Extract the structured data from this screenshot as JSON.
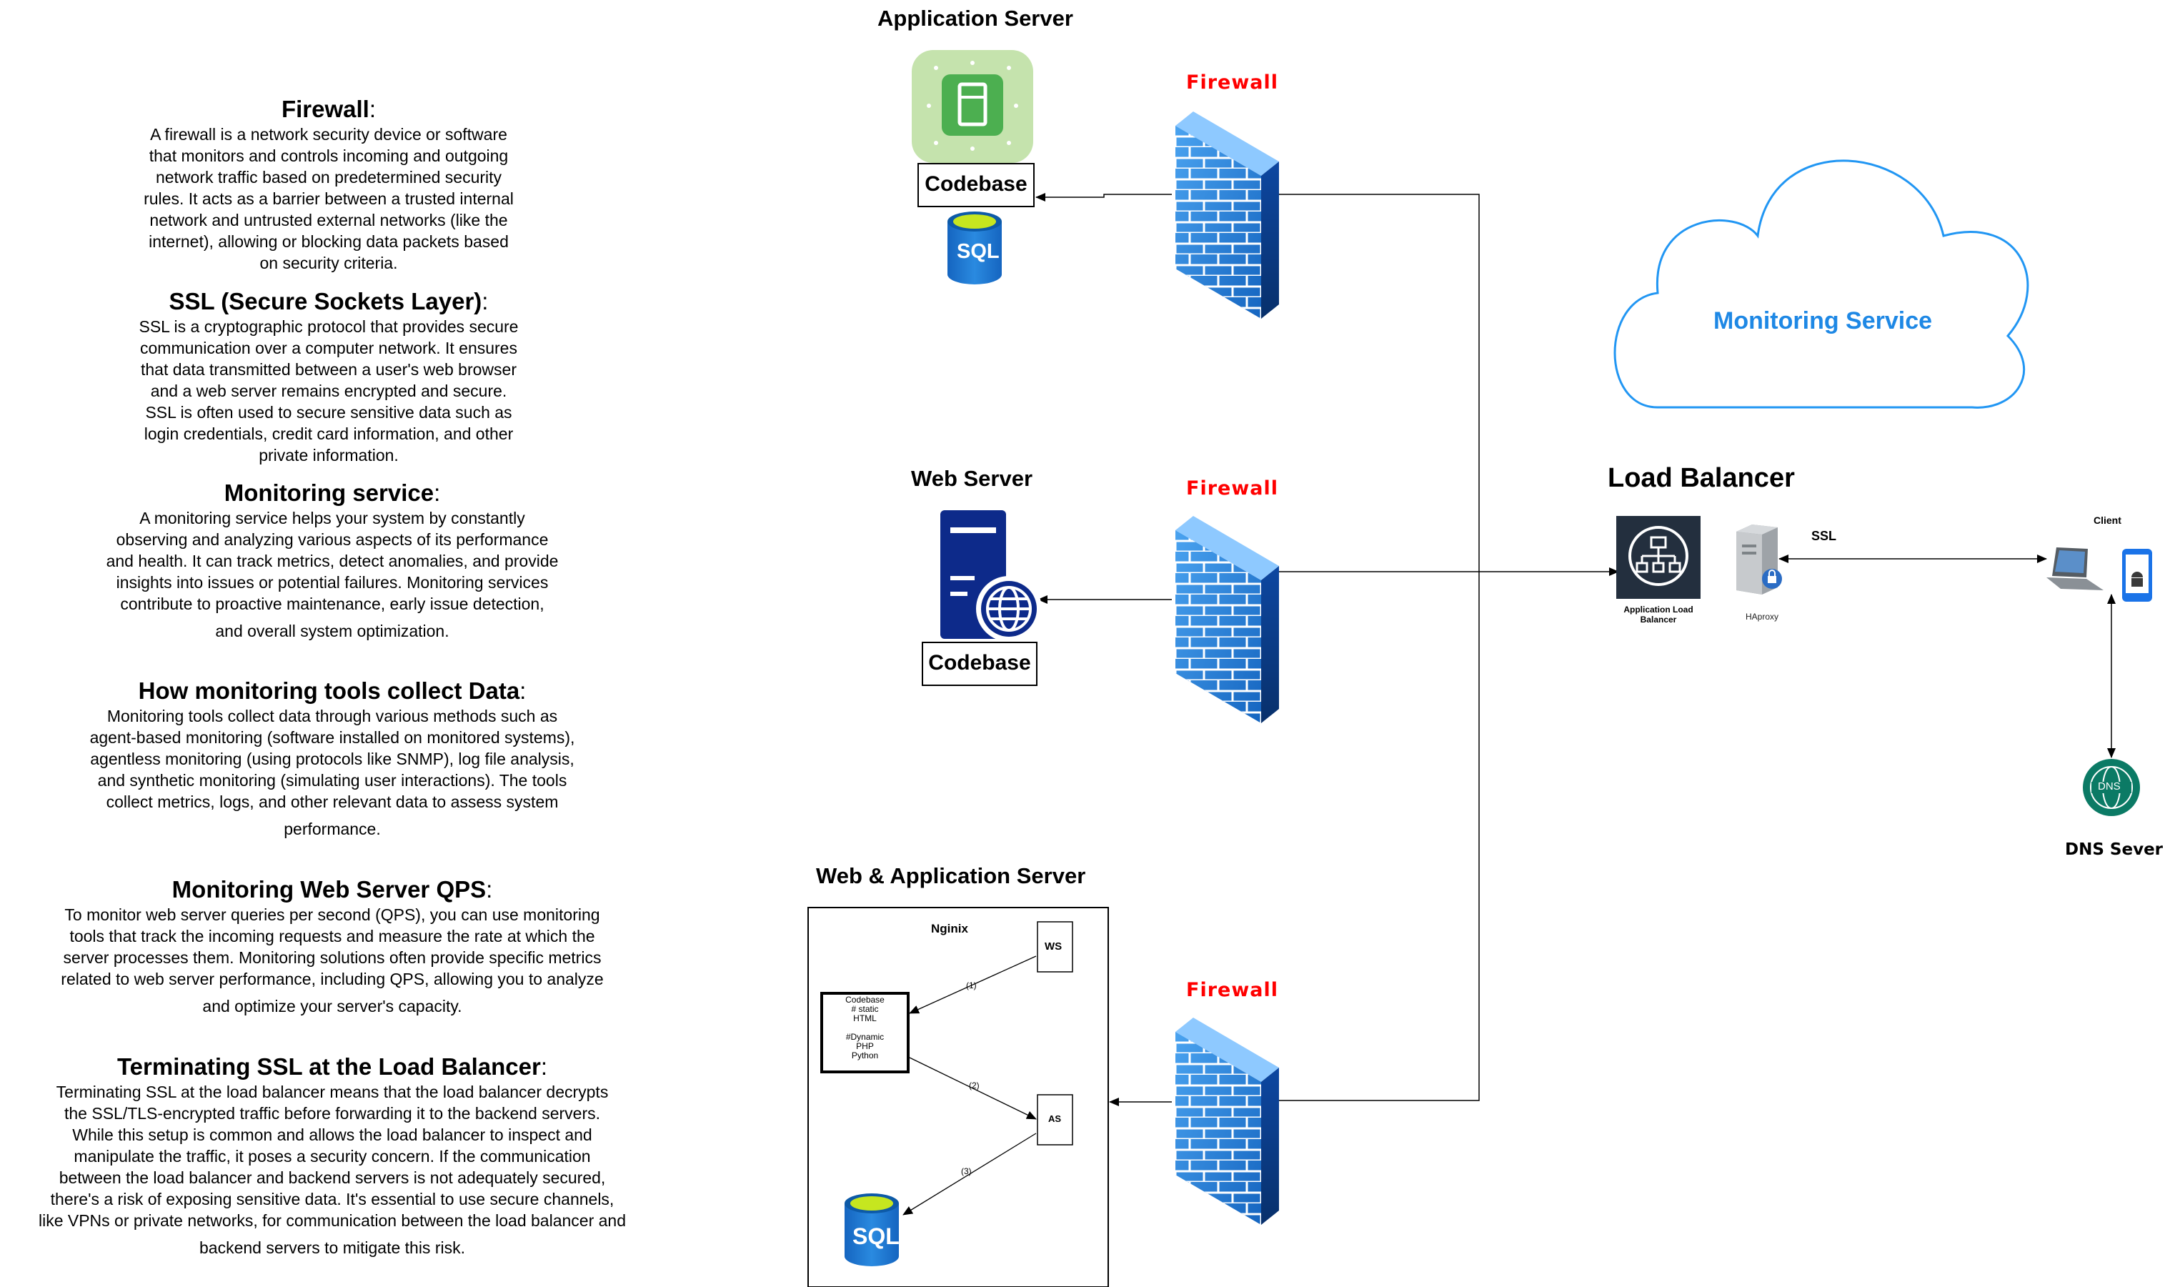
{
  "sections": [
    {
      "title": "Firewall",
      "lines": [
        "A firewall is a network security device or software",
        "that monitors and controls incoming and outgoing",
        "network traffic based on predetermined security",
        "rules. It acts as a barrier between a trusted internal",
        "network and untrusted external networks (like the",
        "internet), allowing or blocking data packets based",
        "on security criteria."
      ]
    },
    {
      "title": "SSL (Secure Sockets Layer)",
      "lines": [
        "SSL is a cryptographic protocol that provides secure",
        "communication over a computer network. It ensures",
        "that data transmitted between a user's web browser",
        "and a web server remains encrypted and secure.",
        "SSL is often used to secure sensitive data such as",
        "login credentials, credit card information, and other",
        "private information."
      ]
    },
    {
      "title": "Monitoring service",
      "lines": [
        "A monitoring service helps your system by constantly",
        "observing and analyzing various aspects of its performance",
        "and health. It can track metrics, detect anomalies, and provide",
        "insights into issues or potential failures. Monitoring services",
        "contribute to proactive maintenance, early issue detection,"
      ],
      "last": "and overall system optimization."
    },
    {
      "title": "How monitoring tools collect Data",
      "lines": [
        "Monitoring tools collect data through various methods such as",
        "agent-based monitoring (software installed on monitored systems),",
        "agentless monitoring (using protocols like SNMP), log file analysis,",
        "and synthetic monitoring (simulating user interactions). The tools",
        "collect metrics, logs, and other relevant data to assess system"
      ],
      "last": "performance."
    },
    {
      "title": "Monitoring Web Server QPS",
      "lines": [
        "To monitor web server queries per second (QPS), you can use monitoring",
        "tools that track the incoming requests and measure the rate at which the",
        "server processes them. Monitoring solutions often provide specific metrics",
        "related to web server performance, including QPS, allowing you to analyze"
      ],
      "last": "and optimize your server's capacity."
    },
    {
      "title": "Terminating SSL at the Load Balancer",
      "lines": [
        "Terminating SSL at the load balancer means that the load balancer decrypts",
        "the SSL/TLS-encrypted traffic before forwarding it to the backend servers.",
        "While this setup is common and allows the load balancer to inspect and",
        "manipulate the traffic, it poses a security concern. If the communication",
        "between the load balancer and backend servers is not adequately secured,",
        "there's a risk of exposing sensitive data. It's essential to use secure channels,",
        "like VPNs or private networks, for communication between the load balancer and"
      ],
      "last": "backend servers to mitigate this risk."
    }
  ],
  "diagram": {
    "app_server_title": "Application Server",
    "web_server_title": "Web Server",
    "web_app_server_title": "Web & Application Server",
    "firewall_label": "Firewall",
    "codebase_label": "Codebase",
    "sql_label": "SQL",
    "monitoring_service": "Monitoring Service",
    "load_balancer_title": "Load Balancer",
    "alb_label": "Application Load Balancer",
    "haproxy_label": "HAproxy",
    "ssl_label": "SSL",
    "client_label": "Client",
    "dns_label": "DNS Sever",
    "dns_icon_text": "DNS",
    "nginx_label": "Nginix",
    "ws_label": "WS",
    "as_label": "AS",
    "codebase_box_lines": [
      "Codebase",
      "# static",
      "HTML",
      "",
      "#Dynamic",
      "PHP",
      "Python"
    ],
    "step1": "(1)",
    "step2": "(2)",
    "step3": "(3)"
  },
  "colors": {
    "firewall_red": "#ff0000",
    "monitoring_blue": "#1e88e5",
    "cloud_border": "#2196f3",
    "server_navy": "#0d2a8a",
    "sql_blue": "#1a6fc2",
    "app_green": "#4caf50",
    "alb_dark": "#232f3e",
    "dns_teal": "#0b7a65"
  },
  "icons": [
    "firewall-icon",
    "app-server-icon",
    "sql-icon",
    "web-server-icon",
    "cloud-icon",
    "alb-icon",
    "haproxy-icon",
    "laptop-icon",
    "phone-icon",
    "dns-icon"
  ]
}
